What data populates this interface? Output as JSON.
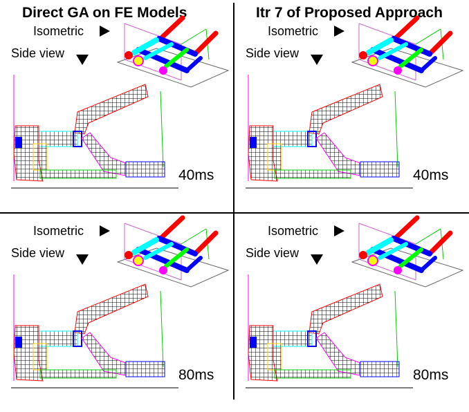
{
  "header": {
    "left_title": "Direct GA on FE Models",
    "right_title": "Itr 7 of Proposed Approach"
  },
  "panels": [
    {
      "isometric": "Isometric",
      "side_view": "Side view",
      "time": "40ms"
    },
    {
      "isometric": "Isometric",
      "side_view": "Side view",
      "time": "40ms"
    },
    {
      "isometric": "Isometric",
      "side_view": "Side view",
      "time": "80ms"
    },
    {
      "isometric": "Isometric",
      "side_view": "Side view",
      "time": "80ms"
    }
  ],
  "colors": {
    "red": "#ff0000",
    "cyan": "#00ffff",
    "magenta": "#ff00ff",
    "blue": "#0000ff",
    "green": "#00cc00",
    "yellow": "#ffff00",
    "frame": "#cc66cc"
  }
}
